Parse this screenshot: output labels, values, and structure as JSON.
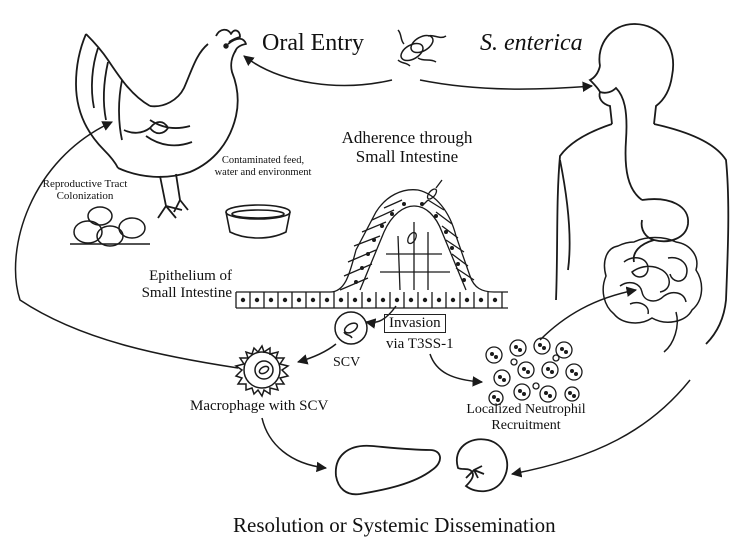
{
  "labels": {
    "oral_entry": "Oral Entry",
    "species": "S. enterica",
    "adherence": "Adherence through Small Intestine",
    "feed": "Contaminated feed, water and environment",
    "repro": "Reproductive Tract Colonization",
    "epithelium": "Epithelium of Small Intestine",
    "invasion": "Invasion",
    "t3ss": "via T3SS-1",
    "scv": "SCV",
    "macrophage": "Macrophage with SCV",
    "neutrophil": "Localized Neutrophil Recruitment",
    "resolution": "Resolution or Systemic Dissemination"
  },
  "colors": {
    "line": "#1a1a1a",
    "background": "#ffffff"
  },
  "icons": [
    "chicken-icon",
    "bacteria-icon",
    "human-body-icon",
    "intestine-icon",
    "bowl-icon",
    "egg-icon",
    "macrophage-icon",
    "neutrophil-icon",
    "liver-icon",
    "spleen-icon"
  ]
}
